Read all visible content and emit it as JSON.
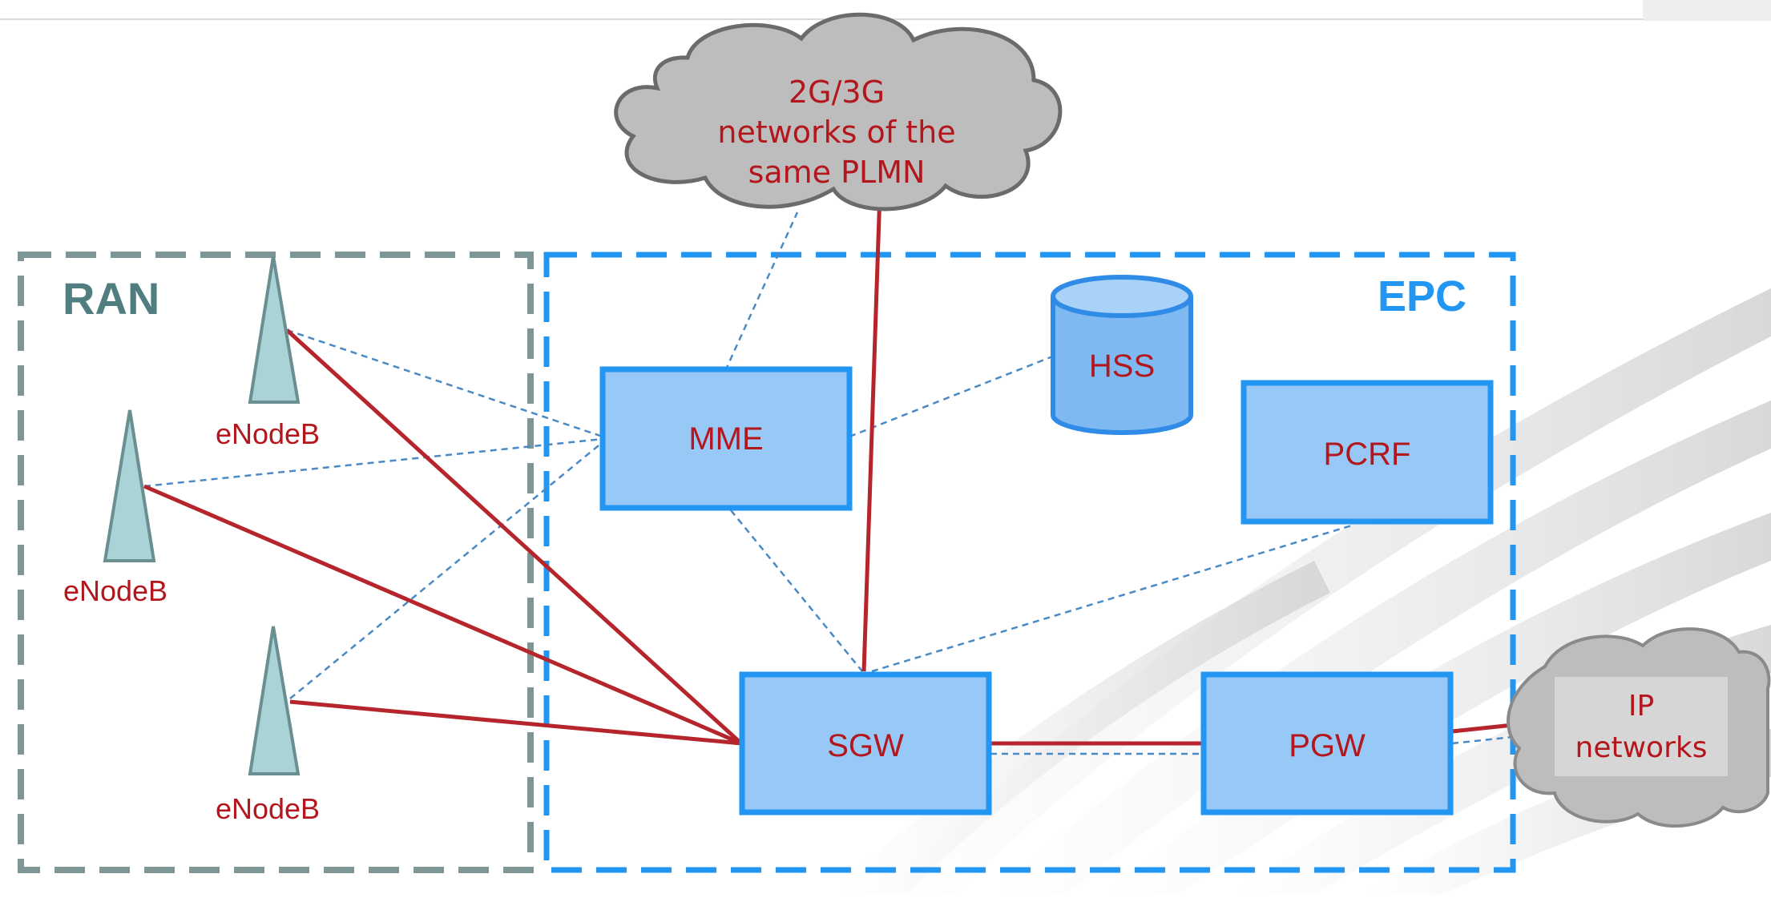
{
  "regions": {
    "ran": {
      "label": "RAN",
      "color": "#4f7d80"
    },
    "epc": {
      "label": "EPC",
      "color": "#2196f3"
    }
  },
  "nodes": {
    "enb1": {
      "label": "eNodeB"
    },
    "enb2": {
      "label": "eNodeB"
    },
    "enb3": {
      "label": "eNodeB"
    },
    "mme": {
      "label": "MME"
    },
    "hss": {
      "label": "HSS"
    },
    "pcrf": {
      "label": "PCRF"
    },
    "sgw": {
      "label": "SGW"
    },
    "pgw": {
      "label": "PGW"
    }
  },
  "clouds": {
    "legacy": {
      "lines": [
        "2G/3G",
        "networks of the",
        "same PLMN"
      ]
    },
    "ip": {
      "lines": [
        "IP",
        "networks"
      ]
    }
  },
  "colors": {
    "box_fill": "#97c8f6",
    "box_stroke": "#2196f3",
    "node_text": "#b3161c",
    "user_plane": "#b5252b",
    "control_plane": "#4a8ac4",
    "antenna": "#a9d3d6",
    "cloud_fill": "#bdbdbd"
  },
  "legend_icons": [
    "antenna-icon",
    "database-icon",
    "cloud-icon"
  ]
}
